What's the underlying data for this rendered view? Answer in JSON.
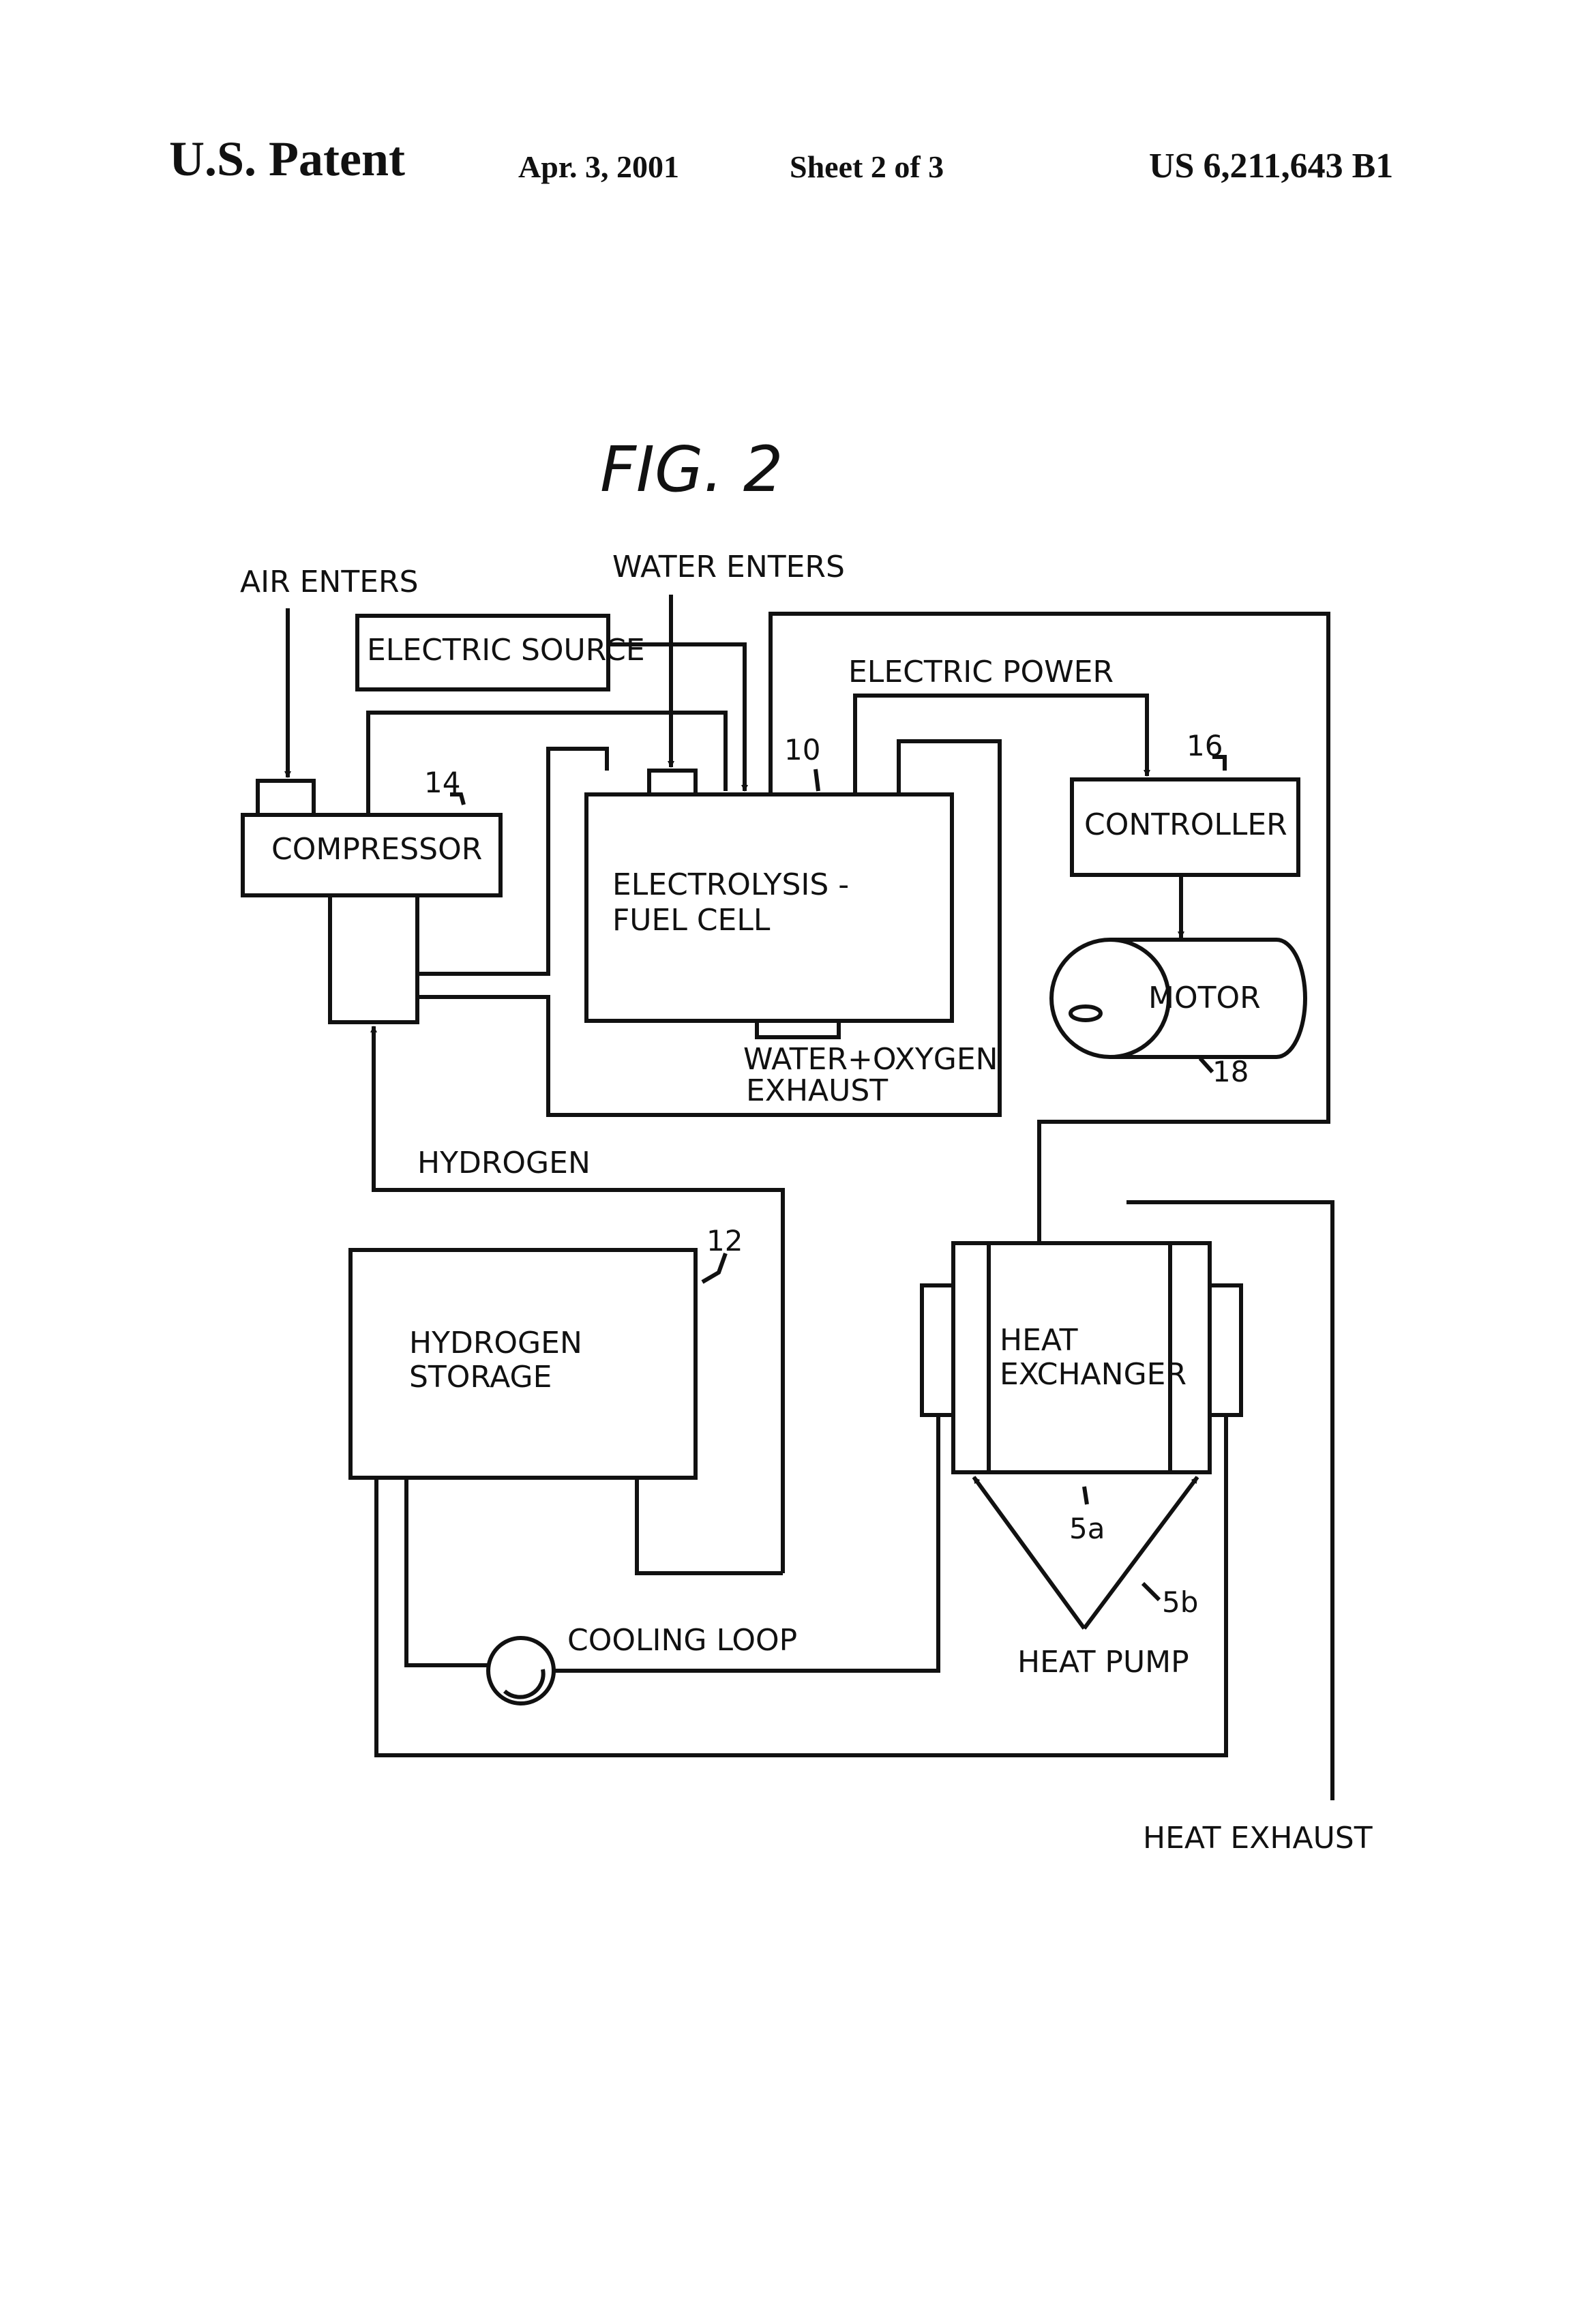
{
  "header": {
    "patent": "U.S. Patent",
    "date": "Apr. 3, 2001",
    "sheet": "Sheet 2 of 3",
    "number": "US 6,211,643 B1"
  },
  "figure": {
    "title": "FIG. 2",
    "labels": {
      "air_enters": "AIR ENTERS",
      "water_enters": "WATER ENTERS",
      "electric_source": "ELECTRIC SOURCE",
      "electric_power": "ELECTRIC POWER",
      "compressor": "COMPRESSOR",
      "electrolysis_line1": "ELECTROLYSIS -",
      "electrolysis_line2": "FUEL CELL",
      "controller": "CONTROLLER",
      "motor": "MOTOR",
      "water_oxygen": "WATER+OXYGEN",
      "exhaust": "EXHAUST",
      "hydrogen": "HYDROGEN",
      "hydrogen_storage_line1": "HYDROGEN",
      "hydrogen_storage_line2": "STORAGE",
      "heat_exchanger_line1": "HEAT",
      "heat_exchanger_line2": "EXCHANGER",
      "cooling_loop": "COOLING LOOP",
      "heat_pump": "HEAT PUMP",
      "heat_exhaust": "HEAT EXHAUST"
    },
    "refs": {
      "fuel_cell": "10",
      "hydrogen_storage": "12",
      "compressor": "14",
      "controller": "16",
      "motor": "18",
      "heat_exchanger": "5a",
      "heat_pump": "5b"
    }
  }
}
